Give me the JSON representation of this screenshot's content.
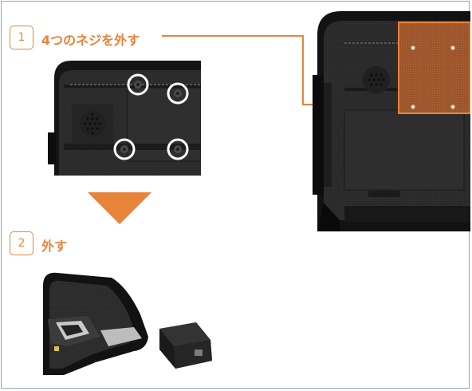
{
  "steps": [
    {
      "number": "1",
      "text": "4つのネジを外す"
    },
    {
      "number": "2",
      "text": "外す"
    }
  ],
  "colors": {
    "accent": "#e8833a",
    "device_body": "#2a2a2a",
    "device_edge": "#111111",
    "battery_highlight": "#a3582b",
    "frame_border": "#9aa4ad"
  },
  "icons": {
    "arrow": "down-arrow-icon",
    "screw": "screw-icon",
    "callout": "leader-line"
  }
}
